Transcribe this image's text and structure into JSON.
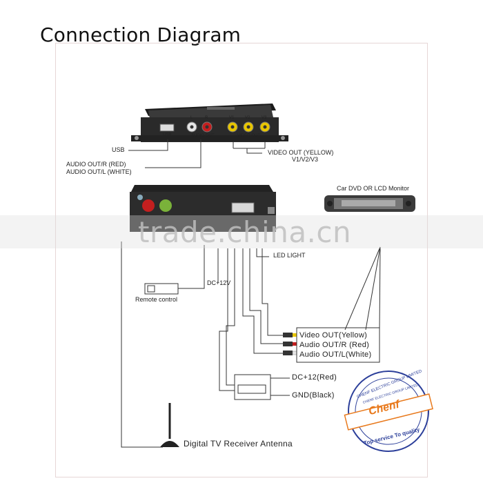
{
  "title": "Connection Diagram",
  "top_device": {
    "port_labels": {
      "usb": "USB",
      "l": "L",
      "r": "R",
      "v1": "V1",
      "v2": "V2",
      "v3": "V3",
      "audio_out": "AUDIO OUT",
      "video_out": "VIDEO OUT"
    }
  },
  "callouts": {
    "usb": "USB",
    "audio_out_r": "AUDIO OUT/R (RED)",
    "audio_out_l": "AUDIO OUT/L (WHITE)",
    "video_out": "VIDEO OUT (YELLOW)",
    "video_out_sub": "V1/V2/V3"
  },
  "monitor_label": "Car DVD OR LCD Monitor",
  "lower_labels": {
    "led_light": "LED LIGHT",
    "dc12v": "DC+12V",
    "remote_control": "Remote control",
    "video_out_yellow": "Video OUT(Yellow)",
    "audio_out_r_red": "Audio OUT/R (Red)",
    "audio_out_l_white": "Audio OUT/L(White)",
    "dc12_red": "DC+12(Red)",
    "gnd_black": "GND(Black)",
    "antenna": "Digital TV Receiver Antenna"
  },
  "watermark": "trade.china.cn",
  "stamp": {
    "ring_text": "CHENF ELECTRIC GROUP LIMITED",
    "inner_text": "CHENF ELECTRIC GROUP LIMITED",
    "brand": "Chenf",
    "slogan": "Top service To quality"
  },
  "colors": {
    "device_body": "#2c2c2c",
    "yellow_jack": "#e8c600",
    "red_jack": "#c41f1f",
    "white_jack": "#e6e6e6",
    "stamp_blue": "#2c3f9a",
    "stamp_orange": "#e8791c",
    "line": "#333333"
  }
}
